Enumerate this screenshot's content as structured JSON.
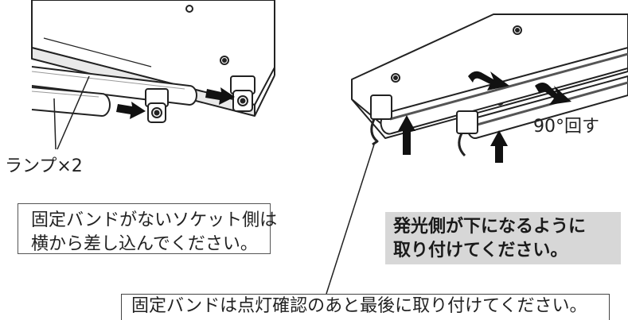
{
  "labels": {
    "lamps": "ランプ×2",
    "rotate": "90°回す"
  },
  "notes": {
    "side_socket_line1": "固定バンドがないソケット側は",
    "side_socket_line2": "横から差し込んでください。",
    "light_side_line1": "発光側が下になるように",
    "light_side_line2": "取り付けてください。",
    "band_after_check": "固定バンドは点灯確認のあと最後に取り付けてください。"
  }
}
